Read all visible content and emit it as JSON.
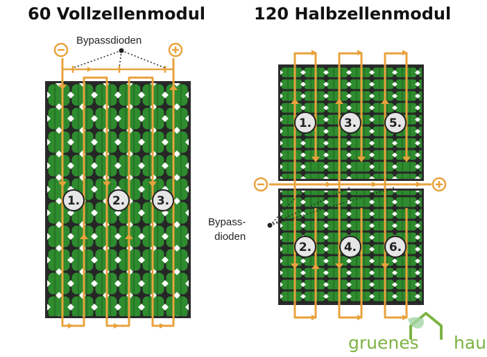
{
  "titles": {
    "left": "60 Vollzellenmodul",
    "right": "120 Halbzellenmodul"
  },
  "labels": {
    "bypass_top": "Bypassdioden",
    "bypass_right_line1": "Bypass-",
    "bypass_right_line2": "dioden"
  },
  "left_module": {
    "strings": [
      "1.",
      "2.",
      "3."
    ],
    "terminal_minus": "−",
    "terminal_plus": "+"
  },
  "right_module": {
    "strings_top": [
      "1.",
      "3.",
      "5."
    ],
    "strings_bottom": [
      "2.",
      "4.",
      "6."
    ],
    "terminal_minus": "−",
    "terminal_plus": "+"
  },
  "logo": {
    "word1": "gruenes",
    "word2": "haus"
  },
  "colors": {
    "cell_green": "#2e8b2e",
    "frame": "#2b2b2b",
    "current": "#e8a23c",
    "logo_green": "#7cb342"
  }
}
